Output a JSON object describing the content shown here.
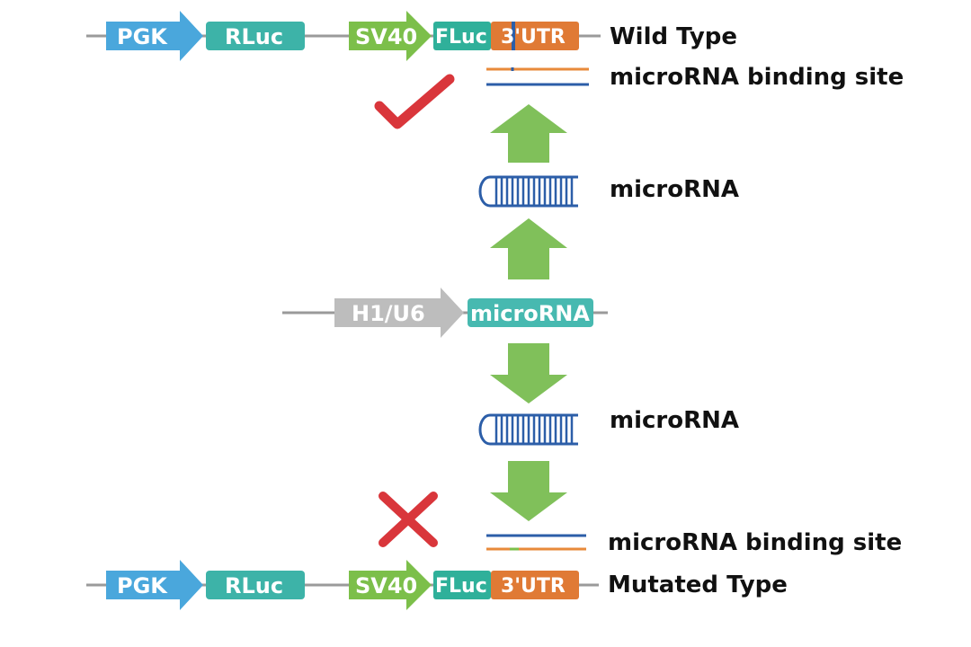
{
  "colors": {
    "pgk": "#4aa7dc",
    "rluc": "#3db3a8",
    "sv40": "#7cbf4a",
    "fluc": "#2fb09a",
    "utr": "#e07a35",
    "promoter_gray": "#bdbdbd",
    "mirna_block": "#47b9b0",
    "green_arrow": "#80c05a",
    "mirna_blue": "#2c5ea8",
    "site_orange": "#e88a3a",
    "site_green": "#7cbf4a",
    "check_red": "#d9363b",
    "backbone": "#9a9a9a"
  },
  "wild_type": {
    "pgk": "PGK",
    "rluc": "RLuc",
    "sv40": "SV40",
    "fluc": "FLuc",
    "utr": "3'UTR",
    "label": "Wild Type"
  },
  "mutated_type": {
    "pgk": "PGK",
    "rluc": "RLuc",
    "sv40": "SV40",
    "fluc": "FLuc",
    "utr": "3'UTR",
    "label": "Mutated Type"
  },
  "binding_site_top_label": "microRNA binding site",
  "binding_site_bottom_label": "microRNA binding site",
  "mirna_top_label": "microRNA",
  "mirna_bottom_label": "microRNA",
  "expression_cassette": {
    "promoter": "H1/U6",
    "mirna": "microRNA"
  },
  "icons": {
    "check": "check-mark-icon",
    "cross": "cross-mark-icon"
  }
}
